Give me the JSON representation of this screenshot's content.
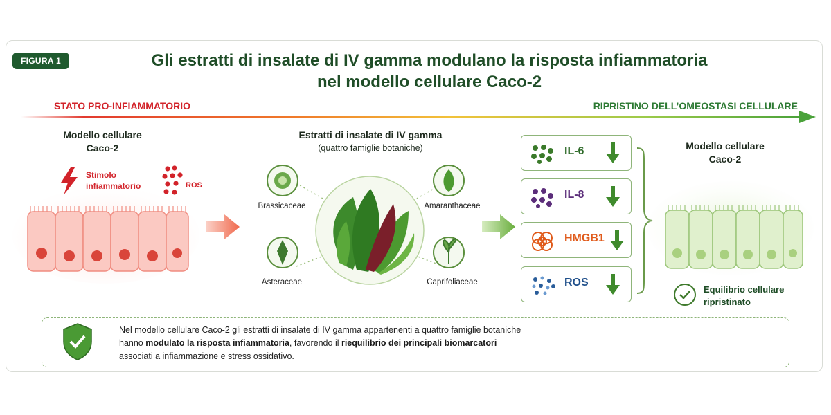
{
  "badge": "FIGURA 1",
  "title": {
    "line1": "Gli estratti di insalate di IV gamma modulano la risposta infiammatoria",
    "line2": "nel modello cellulare Caco-2"
  },
  "gradient_labels": {
    "left": "STATO PRO-INFIAMMATORIO",
    "right": "RIPRISTINO DELL’OMEOSTASI CELLULARE"
  },
  "left_panel": {
    "title_line1": "Modello cellulare",
    "title_line2": "Caco-2",
    "stimulus_line1": "Stimolo",
    "stimulus_line2": "infiammatorio",
    "ros": "ROS"
  },
  "middle_panel": {
    "title": "Estratti di insalate di IV gamma",
    "subtitle": "(quattro famiglie botaniche)",
    "families": [
      "Brassicaceae",
      "Amaranthaceae",
      "Asteraceae",
      "Caprifoliaceae"
    ]
  },
  "markers": [
    {
      "name": "IL-6",
      "color": "#2f6b2a"
    },
    {
      "name": "IL-8",
      "color": "#5b2d7a"
    },
    {
      "name": "HMGB1",
      "color": "#e05a1a"
    },
    {
      "name": "ROS",
      "color": "#1f4f8a"
    }
  ],
  "right_panel": {
    "title_line1": "Modello cellulare",
    "title_line2": "Caco-2",
    "status_line1": "Equilibrio cellulare",
    "status_line2": "ripristinato"
  },
  "summary": {
    "line1": "Nel modello cellulare Caco-2 gli estratti di insalate di IV gamma appartenenti a quattro famiglie botaniche",
    "line2_pre": "hanno ",
    "line2_bold1": "modulato la risposta infiammatoria",
    "line2_mid": ", favorendo il ",
    "line2_bold2": "riequilibrio dei principali biomarcatori",
    "line3": "associati a infiammazione e stress ossidativo."
  },
  "colors": {
    "dark_green": "#1f4d27",
    "accent_red": "#d2232a",
    "accent_green": "#2d7a33"
  }
}
